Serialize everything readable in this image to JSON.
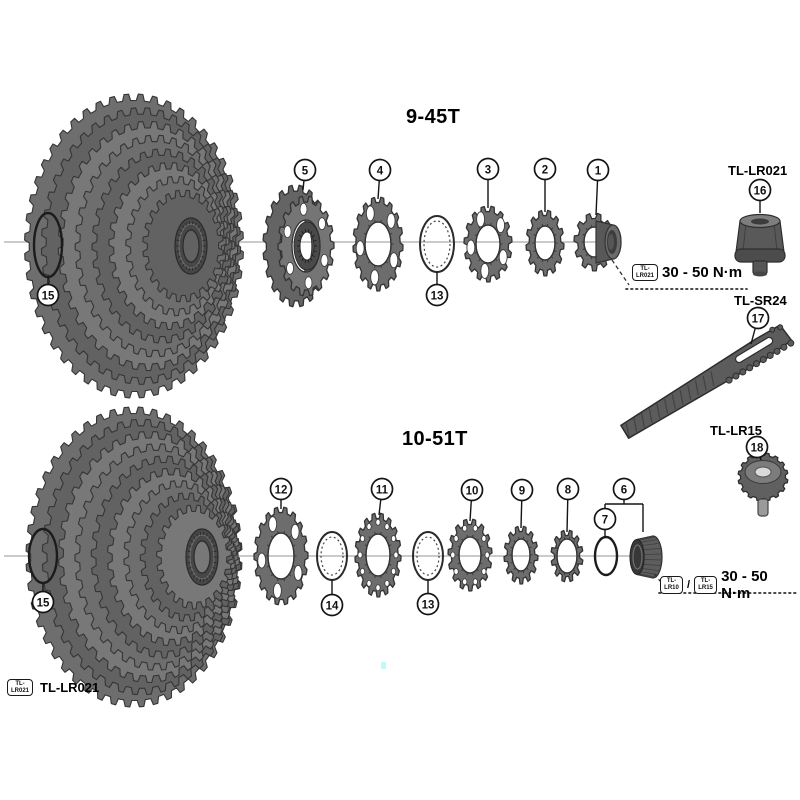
{
  "figure": {
    "top_diagram": {
      "title": "9-45T",
      "torque_note": {
        "box_line1": "TL-",
        "box_line2": "LR021",
        "value": "30 - 50 N·m"
      }
    },
    "bottom_diagram": {
      "title": "10-51T",
      "torque_note": {
        "box1_line1": "TL-",
        "box1_line2": "LR10",
        "separator": "/",
        "box2_line1": "TL-",
        "box2_line2": "LR15",
        "value": "30 - 50 N·m"
      }
    },
    "tools": {
      "lockring_tool_top": {
        "callout": "16",
        "label": "TL-LR021"
      },
      "sprocket_wrench": {
        "callout": "17",
        "label": "TL-SR24"
      },
      "lockring_tool_bottom": {
        "callout": "18",
        "label": "TL-LR15"
      }
    },
    "footer_note": {
      "box_line1": "TL-",
      "box_line2": "LR021",
      "label": "TL-LR021"
    },
    "callouts": {
      "top_row": [
        "5",
        "4",
        "13",
        "3",
        "2",
        "1",
        "15"
      ],
      "bottom_row": [
        "12",
        "14",
        "11",
        "13",
        "10",
        "9",
        "8",
        "7",
        "6",
        "15"
      ]
    }
  }
}
